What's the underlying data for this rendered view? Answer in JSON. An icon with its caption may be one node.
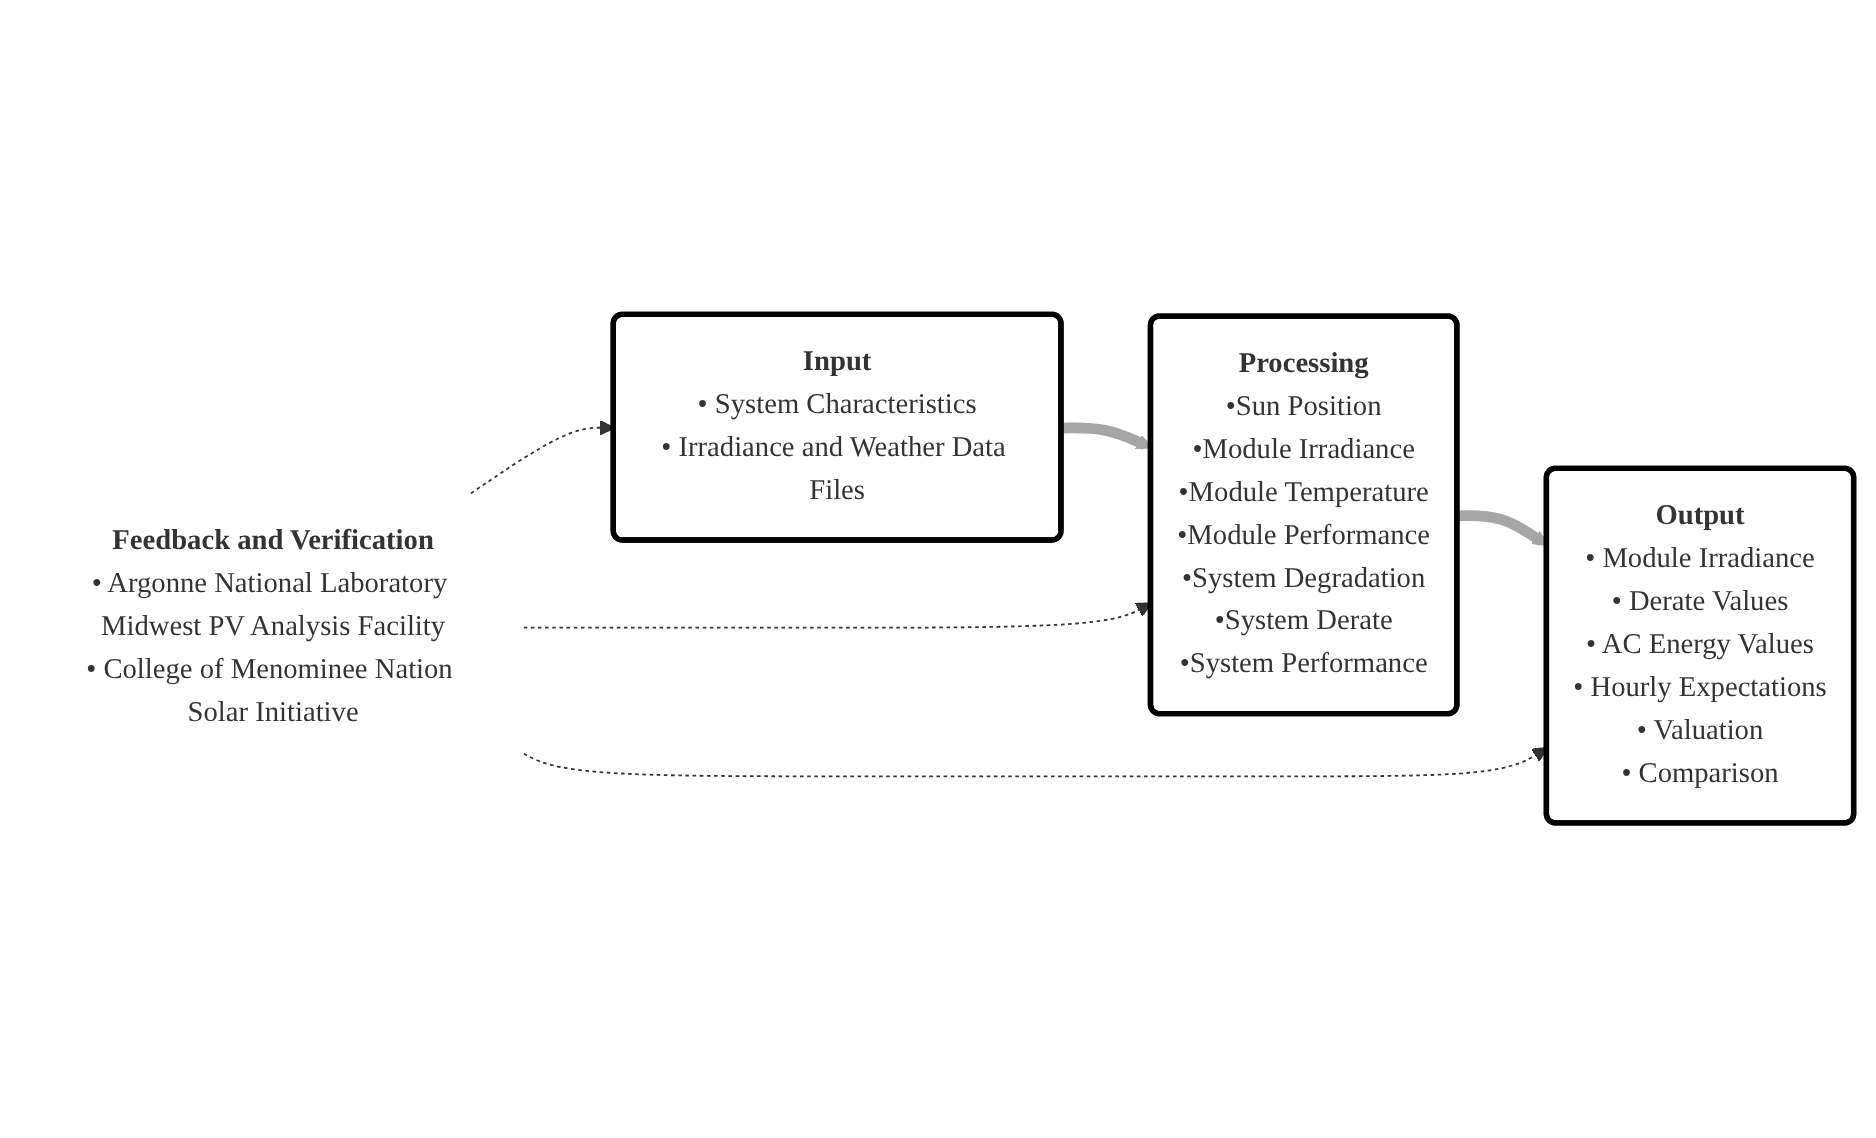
{
  "diagram": {
    "nodes": [
      {
        "text": [
          "Input",
          "• System Characteristics",
          "• Irradiance and Weather Data Files"
        ]
      },
      {
        "text": [
          "Processing",
          "•Sun Position",
          "•Module Irradiance",
          "•Module Temperature",
          "•Module Performance",
          "•System Degradation",
          "•System Derate",
          "•System Performance"
        ]
      },
      {
        "text": [
          "Output",
          "• Module Irradiance",
          "• Derate Values",
          "• AC Energy Values",
          "• Hourly Expectations",
          "• Valuation",
          "• Comparison"
        ]
      },
      {
        "text": [
          "Feedback and Verification",
          "• Argonne National Laboratory Midwest PV Analysis Facility",
          "• College of Menominee Nation Solar Initiative"
        ]
      }
    ],
    "edges": [
      {
        "from": 0,
        "to": 1,
        "arrow": "to",
        "style": "thick",
        "color": "#a6a6a6"
      },
      {
        "from": 1,
        "to": 2,
        "arrow": "to",
        "style": "thick",
        "color": "#a6a6a6"
      },
      {
        "from": 3,
        "to": 0,
        "arrow": "to",
        "style": "dashed"
      },
      {
        "from": 3,
        "to": 1,
        "arrow": "to",
        "style": "dashed"
      },
      {
        "from": 3,
        "to": 2,
        "arrow": "to",
        "style": "dashed"
      }
    ]
  }
}
